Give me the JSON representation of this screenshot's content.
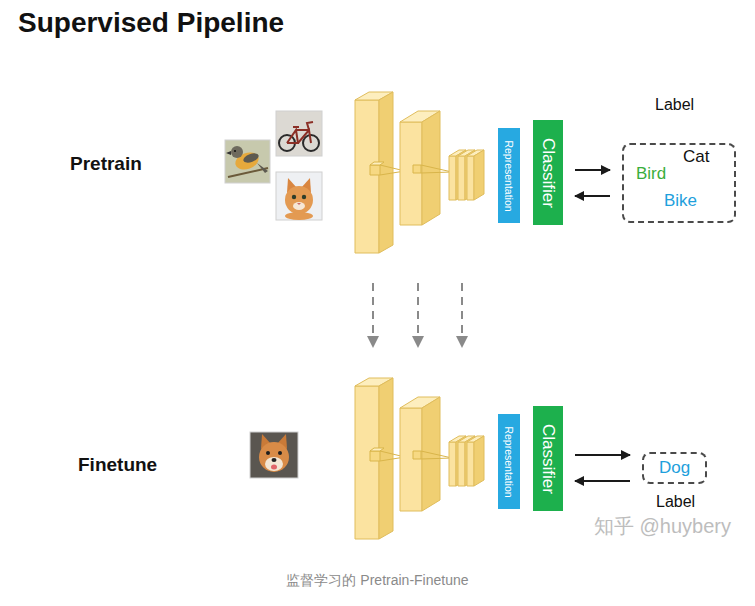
{
  "diagram": {
    "title": "Supervised Pipeline",
    "caption": "监督学习的 Pretrain-Finetune",
    "nodes": [
      {
        "text": [
          "Representation"
        ]
      },
      {
        "text": [
          "Classifier"
        ]
      },
      {
        "text": [
          "Label",
          "Cat",
          "Bird",
          "Bike"
        ]
      },
      {
        "text": [
          "Representation"
        ]
      },
      {
        "text": [
          "Classifier"
        ]
      },
      {
        "text": [
          "Dog",
          "Label"
        ]
      }
    ],
    "edges": [
      {
        "from": 1,
        "to": 2,
        "arrow": "to"
      },
      {
        "from": 2,
        "to": 1,
        "arrow": "to"
      },
      {
        "from": 4,
        "to": 5,
        "arrow": "to"
      },
      {
        "from": 5,
        "to": 4,
        "arrow": "to"
      }
    ],
    "labels": [
      "Pretrain",
      "Finetune",
      "知乎 @huybery"
    ]
  }
}
